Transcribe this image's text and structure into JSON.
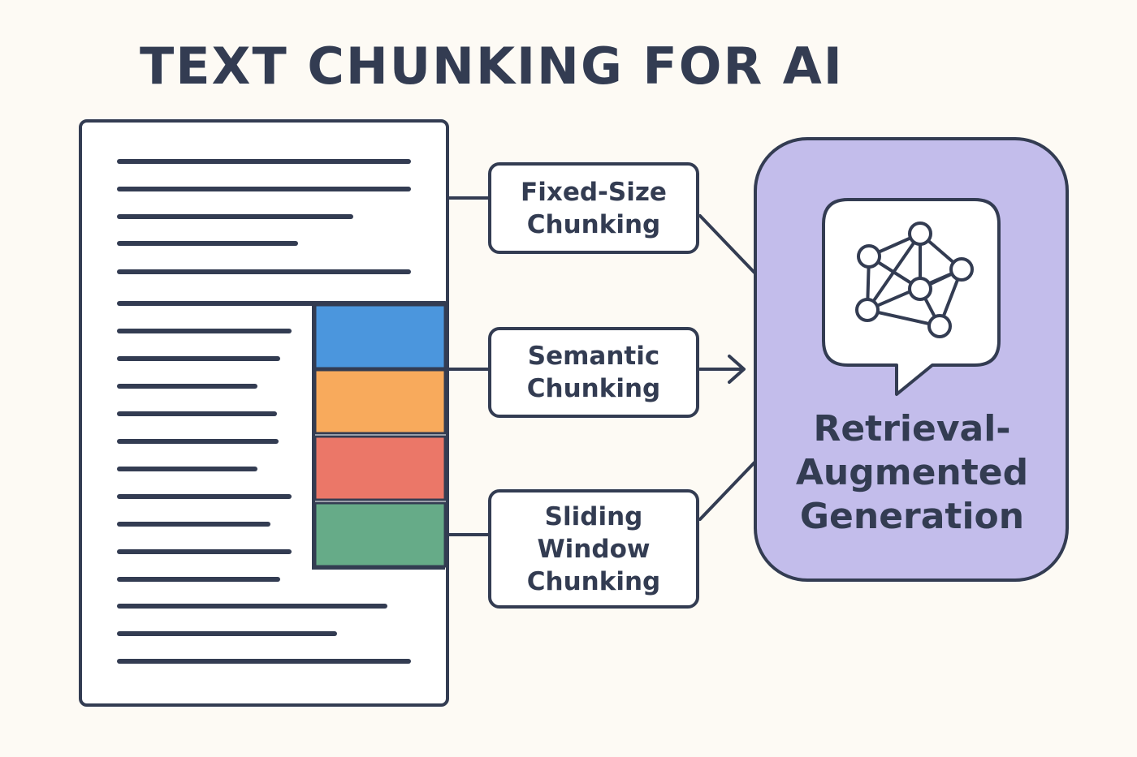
{
  "title": "TEXT CHUNKING FOR AI",
  "methods": [
    {
      "label": "Fixed-Size\nChunking"
    },
    {
      "label": "Semantic\nChunking"
    },
    {
      "label": "Sliding\nWindow\nChunking"
    }
  ],
  "target": {
    "label": "Retrieval-\nAugmented\nGeneration",
    "icon": "ai-network-speech-bubble-icon"
  },
  "colors": {
    "ink": "#333c52",
    "background": "#fdfaf4",
    "document": "#ffffff",
    "rag_fill": "#c3bdeb",
    "chunks": [
      "#4b96dd",
      "#f8aa5c",
      "#eb7768",
      "#66ab88"
    ]
  }
}
